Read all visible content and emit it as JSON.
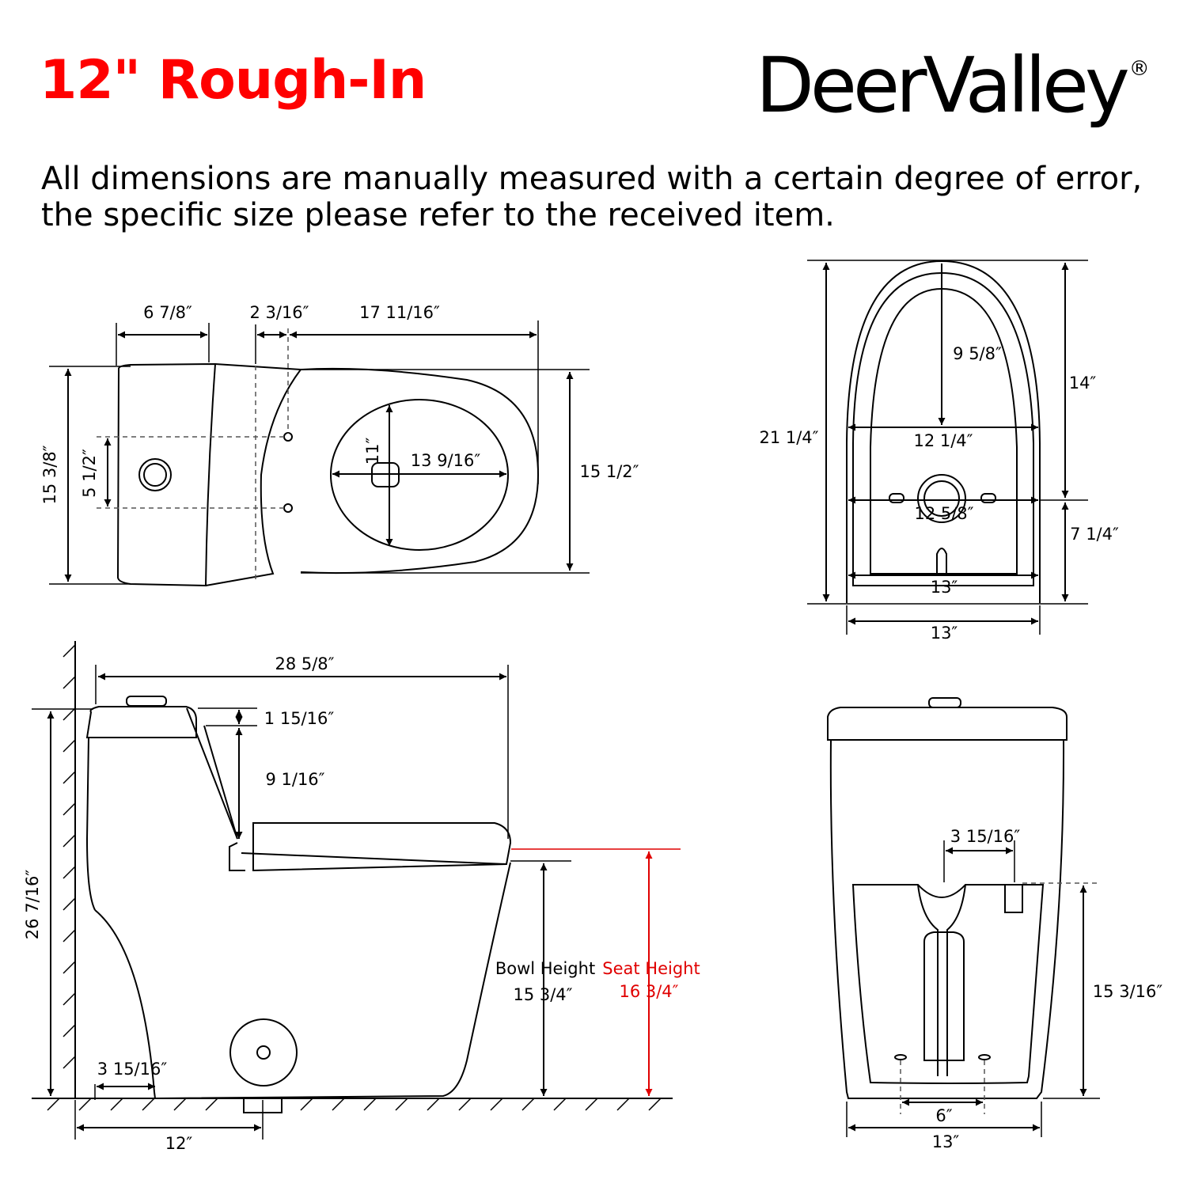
{
  "header": {
    "title": "12\" Rough-In",
    "brand": "DeerValley",
    "brand_mark": "®",
    "disclaimer": "All dimensions are manually measured with a certain degree of error, the specific size please refer to the received item."
  },
  "colors": {
    "title": "#ff0000",
    "line": "#000000",
    "seat_height": "#e00000"
  },
  "top_view": {
    "tank_width": "6 7/8″",
    "gap": "2 3/16″",
    "bowl_length": "17 11/16″",
    "overall_depth": "15 3/8″",
    "bolt_spacing": "5 1/2″",
    "bowl_opening_length": "11″",
    "bowl_opening_width": "13 9/16″",
    "bowl_width": "15 1/2″"
  },
  "bottom_view": {
    "to_outlet": "9 5/8″",
    "overall_length": "21 1/4″",
    "front_section": "14″",
    "mid_width": "12 1/4″",
    "outlet_width": "12 5/8″",
    "rear_section": "7 1/4″",
    "inner_base_width": "13″",
    "base_width": "13″"
  },
  "side_view": {
    "overall_length": "28 5/8″",
    "lid_thickness": "1 15/16″",
    "tank_above_seat": "9 1/16″",
    "total_height": "26 7/16″",
    "bowl_height_label": "Bowl Height",
    "bowl_height": "15 3/4″",
    "seat_height_label": "Seat Height",
    "seat_height": "16 3/4″",
    "wall_gap": "3 15/16″",
    "rough_in": "12″"
  },
  "rear_view": {
    "trap_offset": "3 15/16″",
    "trap_height": "15 3/16″",
    "bolt_spacing": "6″",
    "base_width": "13″"
  }
}
